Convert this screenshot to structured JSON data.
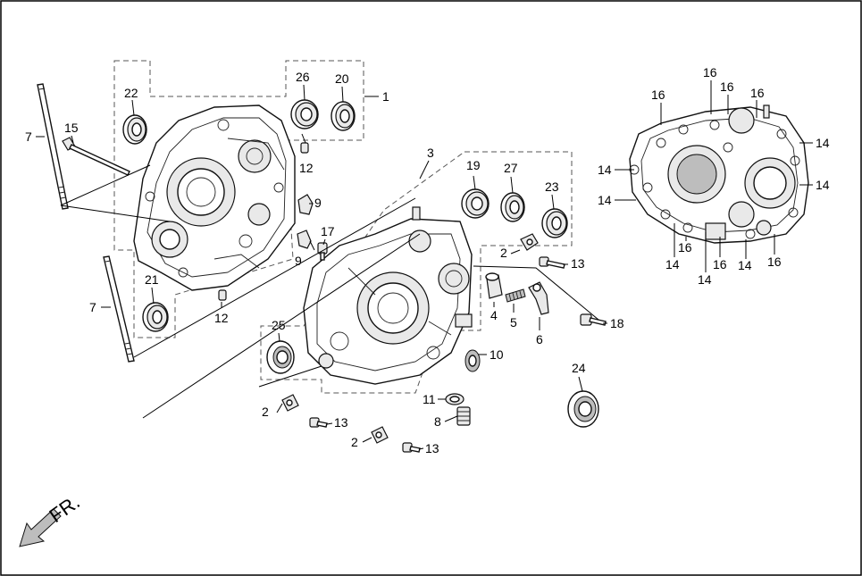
{
  "labels": {
    "l1": "1",
    "l2a": "2",
    "l2b": "2",
    "l2c": "2",
    "l3": "3",
    "l4": "4",
    "l5": "5",
    "l6": "6",
    "l7a": "7",
    "l7b": "7",
    "l8": "8",
    "l9a": "9",
    "l9b": "9",
    "l10": "10",
    "l11": "11",
    "l12a": "12",
    "l12b": "12",
    "l13a": "13",
    "l13b": "13",
    "l13c": "13",
    "l14a": "14",
    "l14b": "14",
    "l14c": "14",
    "l14d": "14",
    "l14e": "14",
    "l14f": "14",
    "l14g": "14",
    "l15": "15",
    "l16a": "16",
    "l16b": "16",
    "l16c": "16",
    "l16d": "16",
    "l16e": "16",
    "l16f": "16",
    "l16g": "16",
    "l17": "17",
    "l18": "18",
    "l19": "19",
    "l20": "20",
    "l21": "21",
    "l22": "22",
    "l23": "23",
    "l24": "24",
    "l25": "25",
    "l26": "26",
    "l27": "27"
  },
  "front_indicator": {
    "text": "FR."
  },
  "icons": {
    "front_arrow": "arrow-down-left-icon"
  }
}
